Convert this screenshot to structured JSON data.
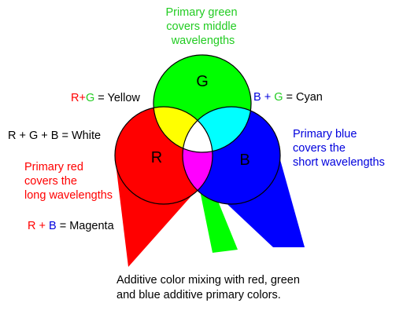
{
  "colors": {
    "red": "#ff0000",
    "green": "#00ff00",
    "blue": "#0000ff",
    "yellow": "#ffff00",
    "cyan": "#00ffff",
    "magenta": "#ff00ff",
    "white": "#ffffff",
    "text": "#000000",
    "label_green": "#22cc22",
    "label_blue": "#0000dd",
    "label_red": "#ff0000"
  },
  "circles": {
    "green_letter": "G",
    "red_letter": "R",
    "blue_letter": "B"
  },
  "labels": {
    "green_caption": [
      "Primary green",
      "covers middle",
      "wavelengths"
    ],
    "blue_caption": [
      "Primary blue",
      "covers the",
      "short wavelengths"
    ],
    "red_caption": [
      "Primary red",
      "covers the",
      "long wavelengths"
    ],
    "yellow_eq": {
      "r": "R",
      "plus": "+",
      "g": "G",
      "rest": " = Yellow"
    },
    "cyan_eq": {
      "b": "B",
      "plus": " + ",
      "g": "G",
      "rest": " = Cyan"
    },
    "white_eq": "R + G + B = White",
    "magenta_eq": {
      "r": "R",
      "plus": " + ",
      "b": "B",
      "rest": " = Magenta"
    }
  },
  "caption": [
    "Additive color mixing with red, green",
    "and blue additive primary colors."
  ]
}
